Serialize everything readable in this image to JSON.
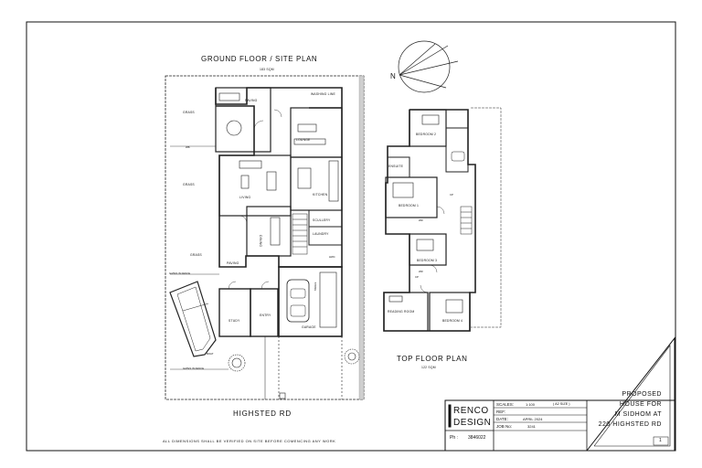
{
  "ground": {
    "title": "GROUND FLOOR / SITE PLAN",
    "area": "183 SQM",
    "road": "HIGHSTED RD",
    "rooms": {
      "paving_top": "PAVING",
      "washing": "WASHING LINE",
      "grass1": "GRASS",
      "grass2": "GRASS",
      "grass3": "GRASS",
      "lounge": "LOUNGE",
      "living": "LIVING",
      "kitchen": "KITCHEN",
      "dining": "DINING",
      "scullery": "SCULLERY",
      "laundry": "LAUNDRY",
      "paving_mid": "PAVING",
      "gates1": "GATES IN FENCE",
      "gates2": "GATES IN FENCE",
      "study": "STUDY",
      "entry": "ENTRY",
      "garage": "GARAGE",
      "boat": "BOAT",
      "wb": "WB",
      "hwc": "HWC",
      "stone": "STONE"
    }
  },
  "top": {
    "title": "TOP FLOOR PLAN",
    "area": "122 SQM",
    "rooms": {
      "bed2": "BEDROOM 2",
      "ensuite": "ENSUITE",
      "bed1": "BEDROOM 1",
      "bed3": "BEDROOM 3",
      "bed4": "BEDROOM 4",
      "reading": "READING ROOM",
      "cp1": "CP",
      "cp2": "CP",
      "wr": "WR",
      "wr2": "WR"
    }
  },
  "compass": {
    "north": "N"
  },
  "note": "ALL DIMENSIONS SHALL BE VERIFIED ON SITE BEFORE COMENCING ANY WORK",
  "titleblock": {
    "brand1": "RENCO",
    "brand2": "DESIGN",
    "ph_label": "Ph :",
    "ph_value": "3846022",
    "scales_label": "SCALES:",
    "scales_value": "1:100",
    "sheet_size": "( A2 SIZE )",
    "ref_label": "REF:",
    "ref_value": "",
    "date_label": "DATE:",
    "date_value": "APRIL 2024",
    "job_label": "JOB No:",
    "job_value": "3241",
    "project_line1": "PROPOSED",
    "project_line2": "HOUSE FOR",
    "project_line3": "M SIDHOM AT",
    "project_line4": "220 HIGHSTED RD",
    "sheet_no": "1"
  }
}
